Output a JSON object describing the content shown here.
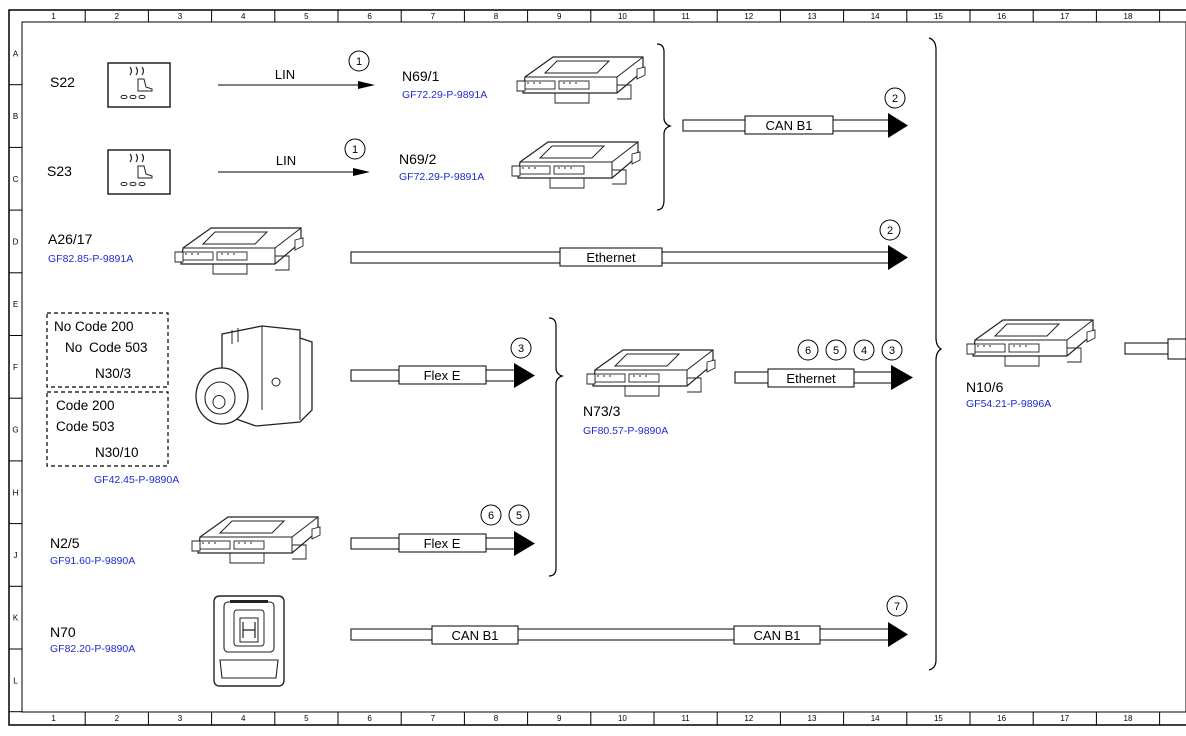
{
  "border": {
    "columns": [
      "1",
      "2",
      "3",
      "4",
      "5",
      "6",
      "7",
      "8",
      "9",
      "10",
      "11",
      "12",
      "13",
      "14",
      "15",
      "16",
      "17",
      "18"
    ],
    "rows": [
      "A",
      "B",
      "C",
      "D",
      "E",
      "F",
      "G",
      "H",
      "J",
      "K",
      "L"
    ]
  },
  "components": {
    "s22": {
      "label": "S22"
    },
    "s23": {
      "label": "S23"
    },
    "n69_1": {
      "label": "N69/1",
      "ref": "GF72.29-P-9891A"
    },
    "n69_2": {
      "label": "N69/2",
      "ref": "GF72.29-P-9891A"
    },
    "a26_17": {
      "label": "A26/17",
      "ref": "GF82.85-P-9891A"
    },
    "n30_3": {
      "line1": "No Code 200",
      "line2": "No",
      "line2b": "Code 503",
      "label": "N30/3"
    },
    "n30_10": {
      "line1": "Code 200",
      "line2": "Code 503",
      "label": "N30/10",
      "ref": "GF42.45-P-9890A"
    },
    "n73_3": {
      "label": "N73/3",
      "ref": "GF80.57-P-9890A"
    },
    "n2_5": {
      "label": "N2/5",
      "ref": "GF91.60-P-9890A"
    },
    "n70": {
      "label": "N70",
      "ref": "GF82.20-P-9890A"
    },
    "n10_6": {
      "label": "N10/6",
      "ref": "GF54.21-P-9896A"
    }
  },
  "buses": {
    "lin_top": "LIN",
    "lin_bottom": "LIN",
    "can_b1_top": "CAN B1",
    "ethernet_a26": "Ethernet",
    "flex_e_top": "Flex E",
    "ethernet_n73": "Ethernet",
    "flex_e_bottom": "Flex E",
    "can_b1_n70_a": "CAN B1",
    "can_b1_n70_b": "CAN B1"
  },
  "markers": {
    "m_lin_top": "1",
    "m_lin_bottom": "1",
    "m_can_top": "2",
    "m_eth_a26": "2",
    "m_flex_top": "3",
    "m_eth_n73_a": "6",
    "m_eth_n73_b": "5",
    "m_eth_n73_c": "4",
    "m_eth_n73_d": "3",
    "m_flex_bot_a": "6",
    "m_flex_bot_b": "5",
    "m_can_n70": "7"
  }
}
